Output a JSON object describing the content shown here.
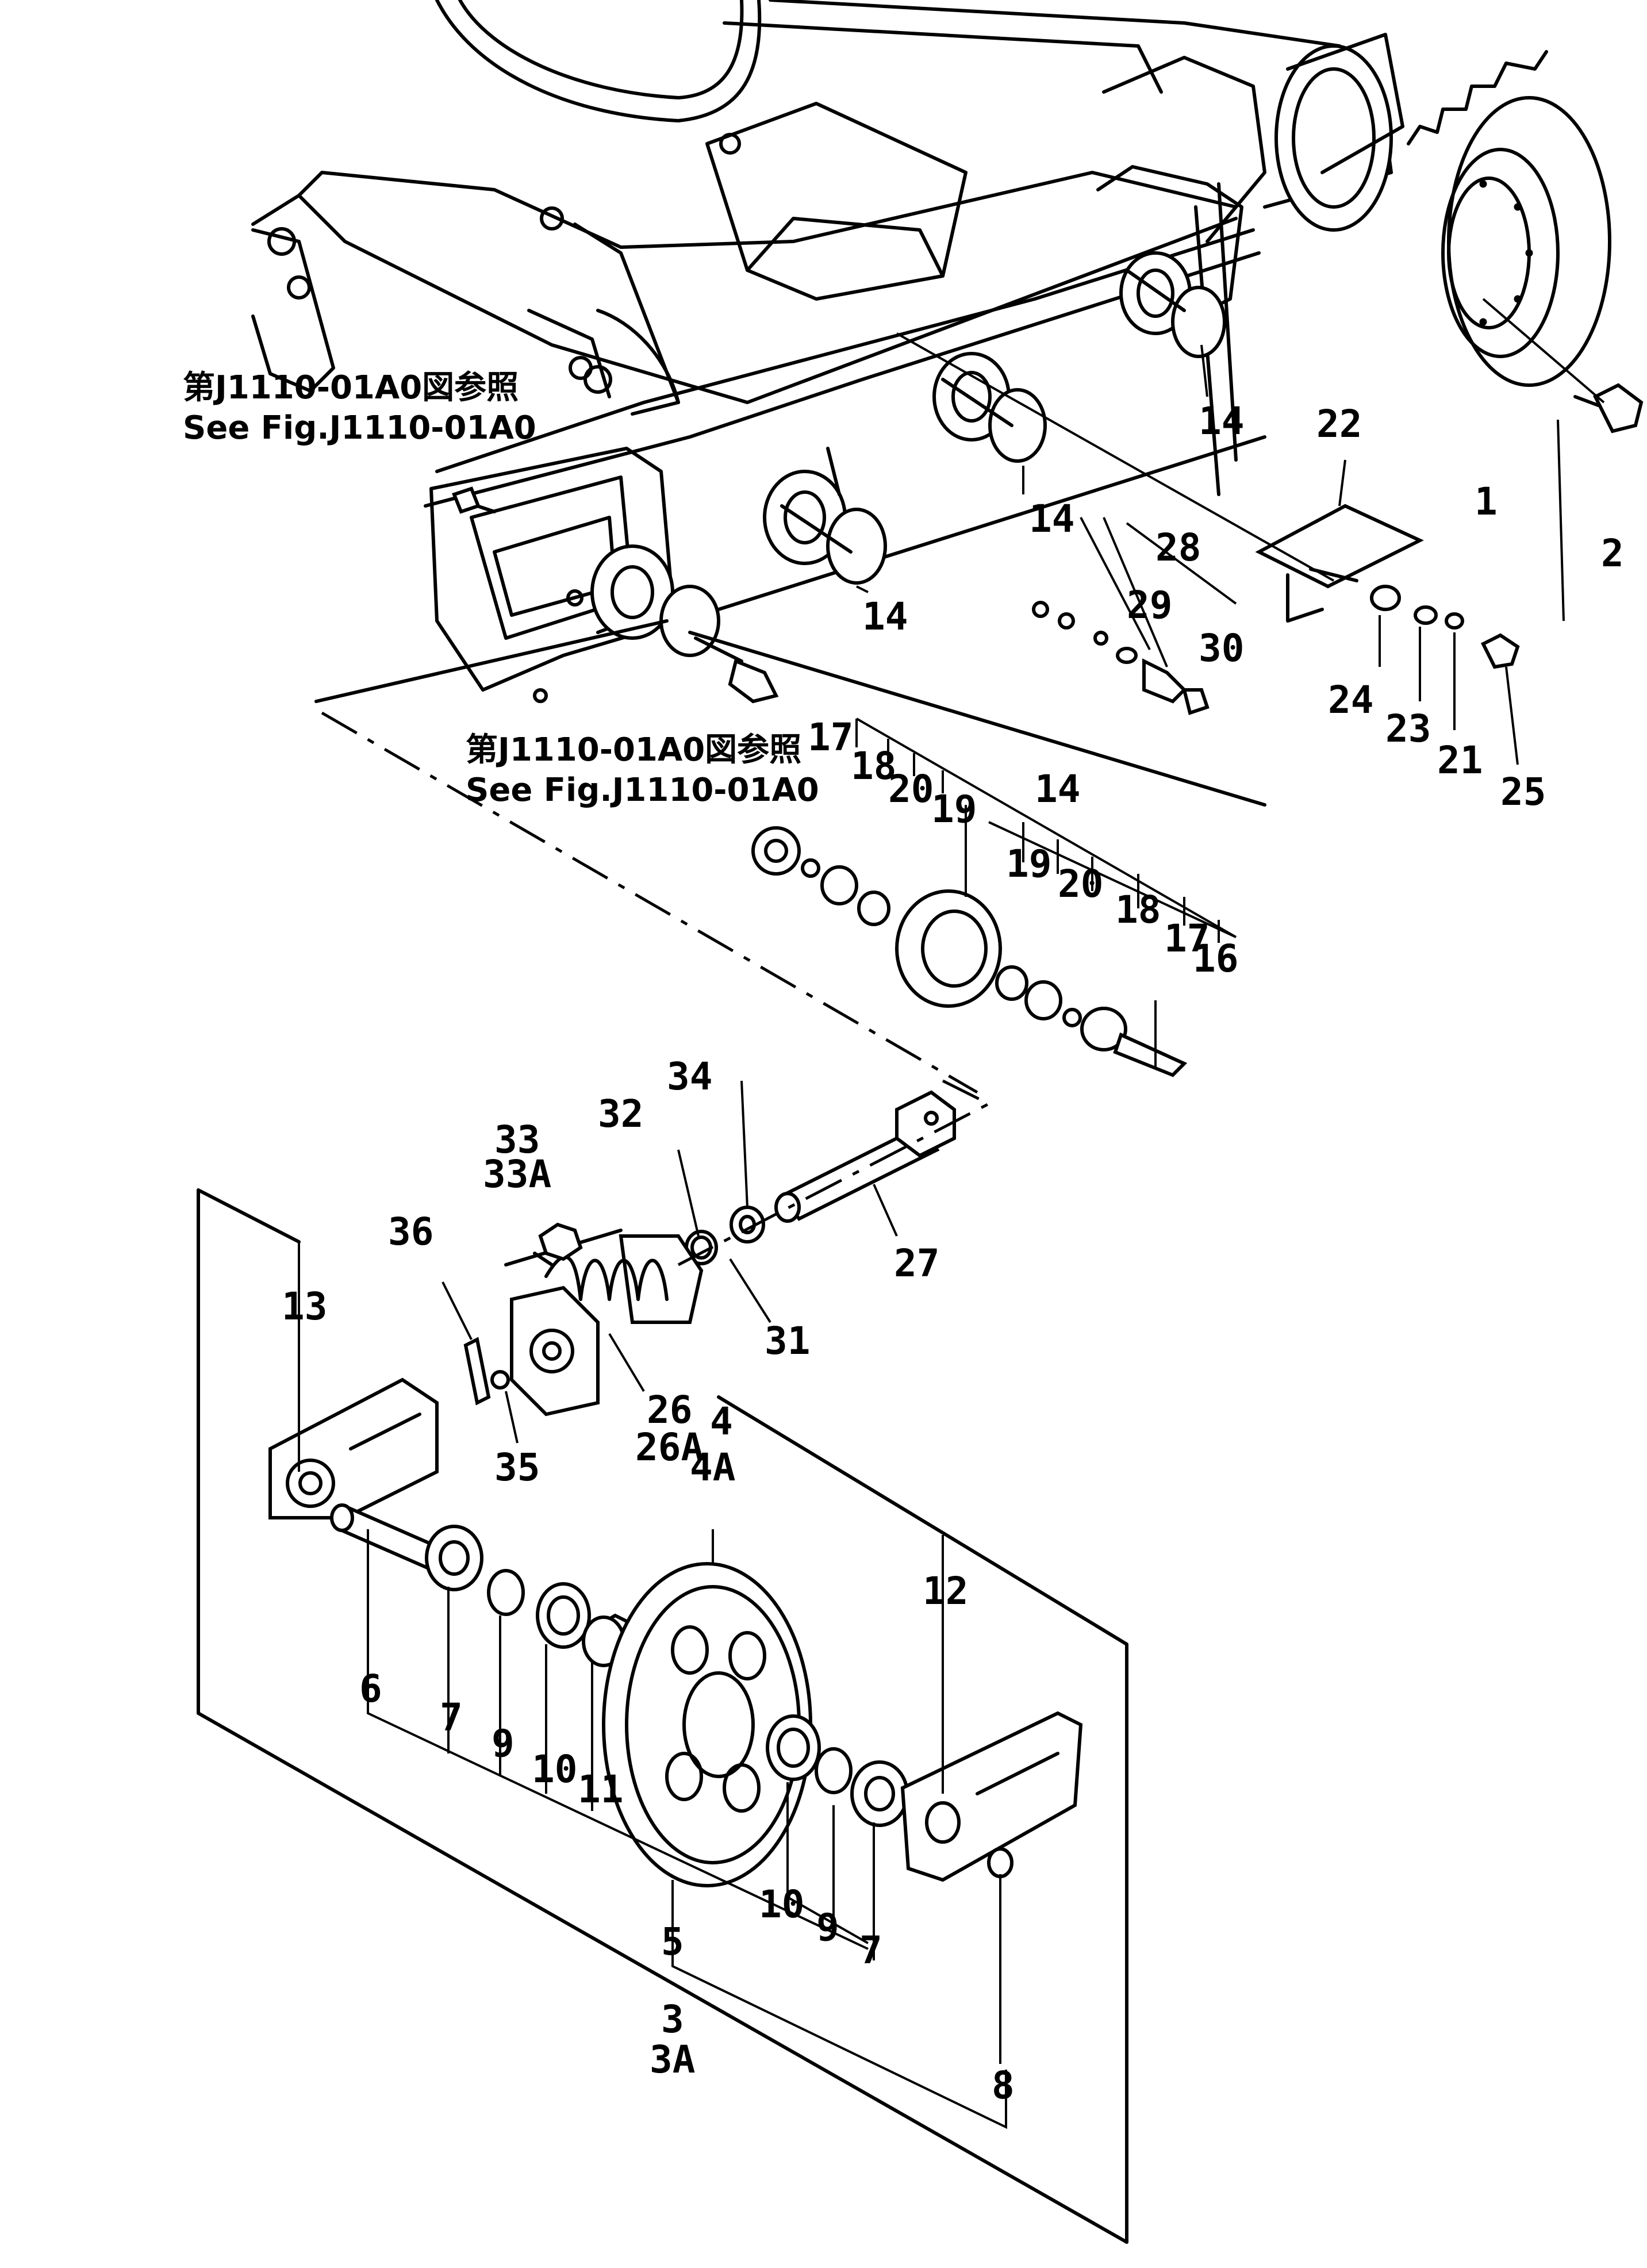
{
  "references": [
    {
      "id": "ref-upper",
      "lines": [
        "第J1110-01A0図参照",
        "See Fig.J1110-01A0"
      ]
    },
    {
      "id": "ref-lower",
      "lines": [
        "第J1110-01A0図参照",
        "See Fig.J1110-01A0"
      ]
    }
  ],
  "callouts": [
    "1",
    "2",
    "22",
    "14",
    "14",
    "14",
    "28",
    "29",
    "30",
    "24",
    "23",
    "21",
    "25",
    "17",
    "18",
    "20",
    "19",
    "14",
    "19",
    "20",
    "18",
    "17",
    "16",
    "34",
    "32",
    "33",
    "33A",
    "27",
    "31",
    "36",
    "13",
    "26",
    "26A",
    "35",
    "4",
    "4A",
    "12",
    "6",
    "7",
    "9",
    "10",
    "11",
    "10",
    "9",
    "7",
    "5",
    "3",
    "3A",
    "8"
  ]
}
